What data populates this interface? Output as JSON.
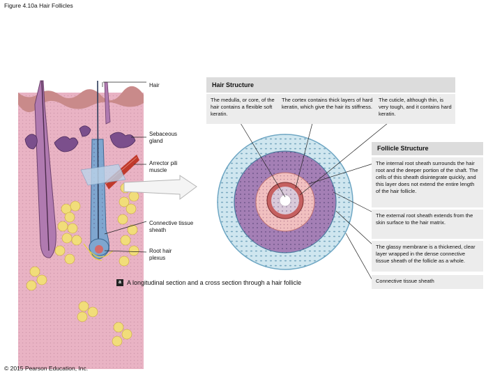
{
  "figure_title": "Figure 4.10a Hair Follicles",
  "copyright": "© 2015 Pearson Education, Inc.",
  "labels": {
    "hair": "Hair",
    "sebaceous_gland": "Sebaceous gland",
    "arrector_pili": "Arrector pili muscle",
    "connective_sheath": "Connective tissue sheath",
    "root_plexus": "Root hair plexus"
  },
  "caption": {
    "badge": "a",
    "text": "A longitudinal section and a cross section through a hair follicle"
  },
  "hair_structure": {
    "title": "Hair Structure",
    "medulla": "The medulla, or core, of the hair contains a flexible soft keratin.",
    "cortex": "The cortex contains thick layers of hard keratin, which give the hair its stiffness.",
    "cuticle": "The cuticle, although thin, is very tough, and it contains hard keratin."
  },
  "follicle_structure": {
    "title": "Follicle Structure",
    "internal": "The internal root sheath surrounds the hair root and the deeper portion of the shaft. The cells of this sheath disintegrate quickly, and this layer does not extend the entire length of the hair follicle.",
    "external": "The external root sheath extends from the skin surface to the hair matrix.",
    "glassy": "The glassy membrane is a thickened, clear layer wrapped in the dense connective tissue sheath of the follicle as a whole.",
    "connective": "Connective tissue sheath"
  },
  "colors": {
    "skin_pink": "#e9b3c4",
    "epidermis": "#c98a8a",
    "gland_purple": "#7b4f8c",
    "follicle_blue": "#7fa6cf",
    "fat_yellow": "#f1dd7a",
    "muscle_red": "#c0392b",
    "cortex_purple": "#9f86b8",
    "connective_cyan": "#cfe6ef"
  }
}
